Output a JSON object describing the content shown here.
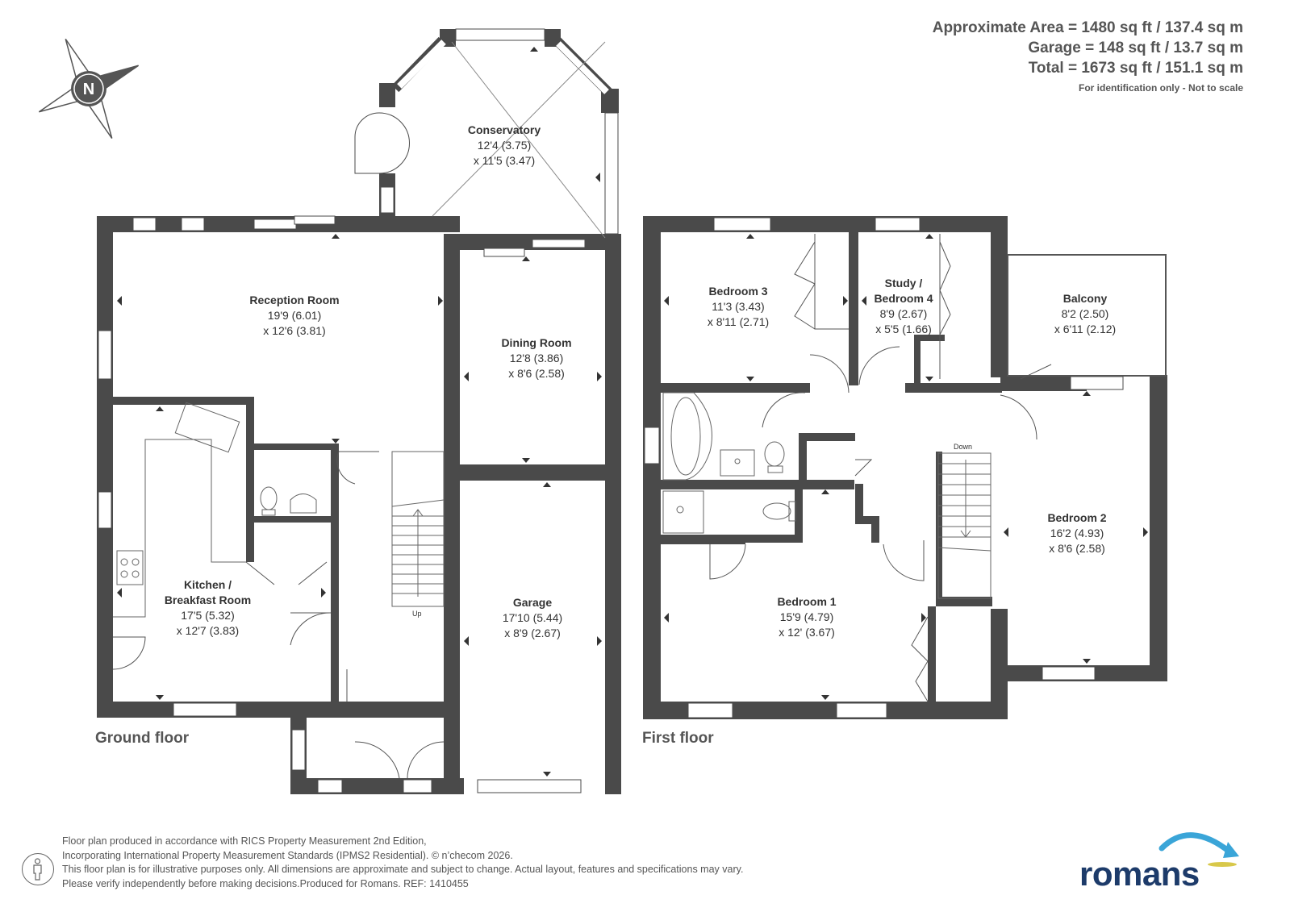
{
  "area": {
    "approx": "Approximate Area = 1480 sq ft / 137.4 sq m",
    "garage": "Garage = 148 sq ft / 13.7 sq m",
    "total": "Total = 1673 sq ft / 151.1 sq m",
    "note": "For identification only - Not to scale"
  },
  "compass": {
    "letter": "N",
    "icon": "north-compass-icon"
  },
  "ground_floor": {
    "label": "Ground floor",
    "rooms": {
      "conservatory": {
        "name": "Conservatory",
        "dim1": "12'4 (3.75)",
        "dim2": "x 11'5 (3.47)"
      },
      "reception": {
        "name": "Reception Room",
        "dim1": "19'9 (6.01)",
        "dim2": "x 12'6 (3.81)"
      },
      "dining": {
        "name": "Dining Room",
        "dim1": "12'8 (3.86)",
        "dim2": "x 8'6 (2.58)"
      },
      "kitchen": {
        "name1": "Kitchen /",
        "name2": "Breakfast Room",
        "dim1": "17'5 (5.32)",
        "dim2": "x 12'7 (3.83)"
      },
      "garage": {
        "name": "Garage",
        "dim1": "17'10 (5.44)",
        "dim2": "x 8'9 (2.67)"
      }
    },
    "stairs": "Up"
  },
  "first_floor": {
    "label": "First floor",
    "rooms": {
      "bedroom3": {
        "name": "Bedroom 3",
        "dim1": "11'3 (3.43)",
        "dim2": "x 8'11 (2.71)"
      },
      "study": {
        "name1": "Study /",
        "name2": "Bedroom 4",
        "dim1": "8'9 (2.67)",
        "dim2": "x 5'5 (1.66)"
      },
      "balcony": {
        "name": "Balcony",
        "dim1": "8'2 (2.50)",
        "dim2": "x 6'11 (2.12)"
      },
      "bedroom2": {
        "name": "Bedroom 2",
        "dim1": "16'2 (4.93)",
        "dim2": "x 8'6 (2.58)"
      },
      "bedroom1": {
        "name": "Bedroom 1",
        "dim1": "15'9 (4.79)",
        "dim2": "x 12' (3.67)"
      }
    },
    "stairs": "Down"
  },
  "footer": {
    "line1": "Floor plan produced in accordance with RICS Property Measurement 2nd Edition,",
    "line2": "Incorporating International Property Measurement Standards (IPMS2 Residential).   © n’checom 2026.",
    "line3": "This floor plan is for illustrative purposes only. All dimensions are approximate and subject to change. Actual layout, features and specifications may vary.",
    "line4": "Please verify independently before making decisions.Produced for Romans.   REF:  1410455"
  },
  "brand": {
    "name": "Romans",
    "color": "#1d3b6a"
  },
  "colors": {
    "wall": "#4a4a4a",
    "window": "#ffffff",
    "text": "#333333"
  }
}
